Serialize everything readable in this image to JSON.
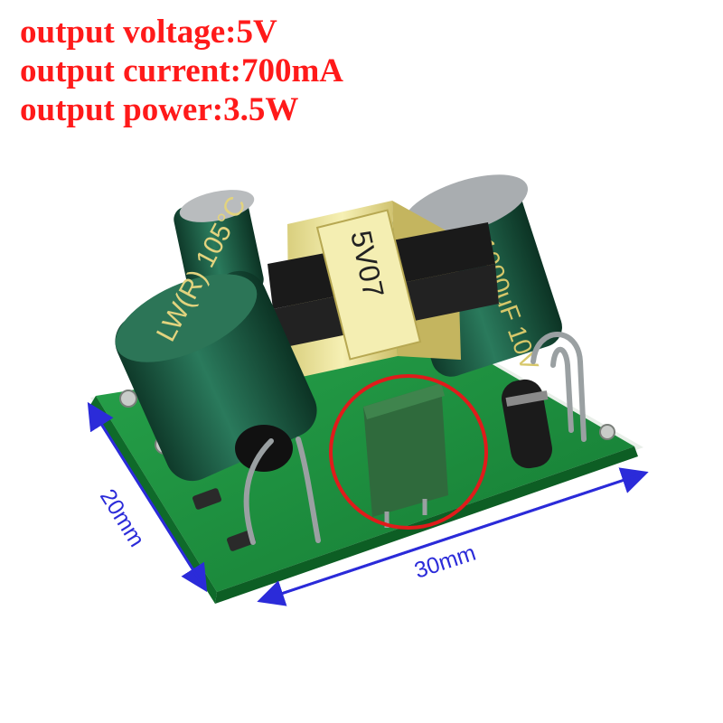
{
  "specs": {
    "voltage": "output voltage:5V",
    "current": "output current:700mA",
    "power": "output power:3.5W"
  },
  "transformer_label": "5V07",
  "capacitor_big_label": "1000μF 10V",
  "capacitor_small_label": "LW(R) 105°C",
  "dimensions": {
    "width": "30mm",
    "height": "20mm"
  },
  "colors": {
    "spec_text": "#ff1a1a",
    "dimension": "#2b2bd9",
    "pcb": "#1f8a3a",
    "capacitor": "#1e5a44",
    "transformer": "#f0e9a8",
    "highlight_circle": "#e01b1b"
  }
}
